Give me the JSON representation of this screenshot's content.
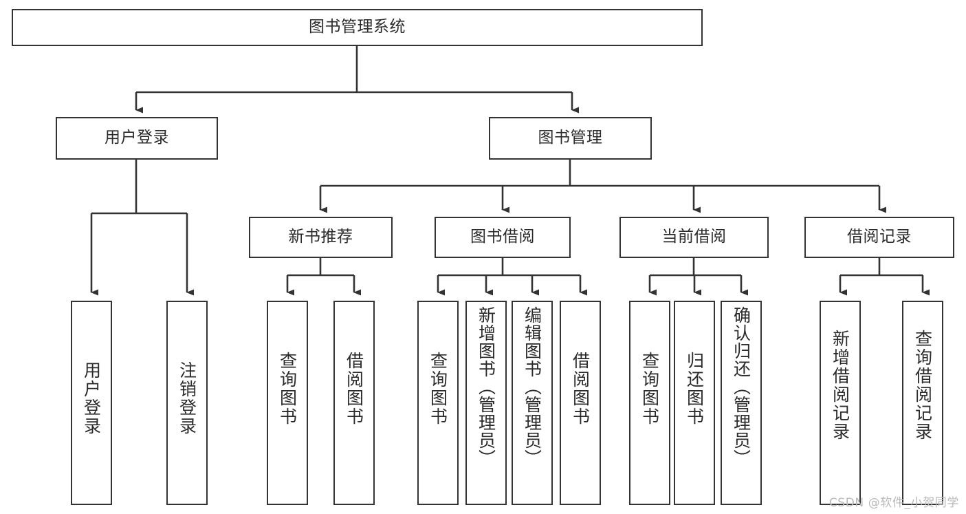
{
  "diagram": {
    "title": "图书管理系统",
    "type": "tree-hierarchy",
    "root": {
      "id": "root",
      "label": "图书管理系统"
    },
    "level2": [
      {
        "id": "user-login",
        "label": "用户登录"
      },
      {
        "id": "book-management",
        "label": "图书管理"
      }
    ],
    "level3": [
      {
        "id": "new-book-recommend",
        "label": "新书推荐"
      },
      {
        "id": "book-borrow",
        "label": "图书借阅"
      },
      {
        "id": "current-borrow",
        "label": "当前借阅"
      },
      {
        "id": "borrow-record",
        "label": "借阅记录"
      }
    ],
    "leaves": {
      "user_login": [
        {
          "id": "leaf-user-login",
          "label": "用户登录"
        },
        {
          "id": "leaf-logout-login",
          "label": "注销登录"
        }
      ],
      "new_book_recommend": [
        {
          "id": "leaf-query-book-1",
          "label": "查询图书"
        },
        {
          "id": "leaf-borrow-book-1",
          "label": "借阅图书"
        }
      ],
      "book_borrow": [
        {
          "id": "leaf-query-book-2",
          "label": "查询图书"
        },
        {
          "id": "leaf-add-book",
          "label": "新增图书（管理员）"
        },
        {
          "id": "leaf-edit-book",
          "label": "编辑图书（管理员）"
        },
        {
          "id": "leaf-borrow-book-2",
          "label": "借阅图书"
        }
      ],
      "current_borrow": [
        {
          "id": "leaf-query-book-3",
          "label": "查询图书"
        },
        {
          "id": "leaf-return-book",
          "label": "归还图书"
        },
        {
          "id": "leaf-confirm-return",
          "label": "确认归还（管理员）"
        }
      ],
      "borrow_record": [
        {
          "id": "leaf-add-record",
          "label": "新增借阅记录"
        },
        {
          "id": "leaf-query-record",
          "label": "查询借阅记录"
        }
      ]
    }
  },
  "watermark": {
    "text": "CSDN @软件_小贺同学"
  },
  "colors": {
    "border": "#333333",
    "text": "#2b2b2b",
    "background": "#ffffff",
    "watermark": "#b9b9b9"
  }
}
